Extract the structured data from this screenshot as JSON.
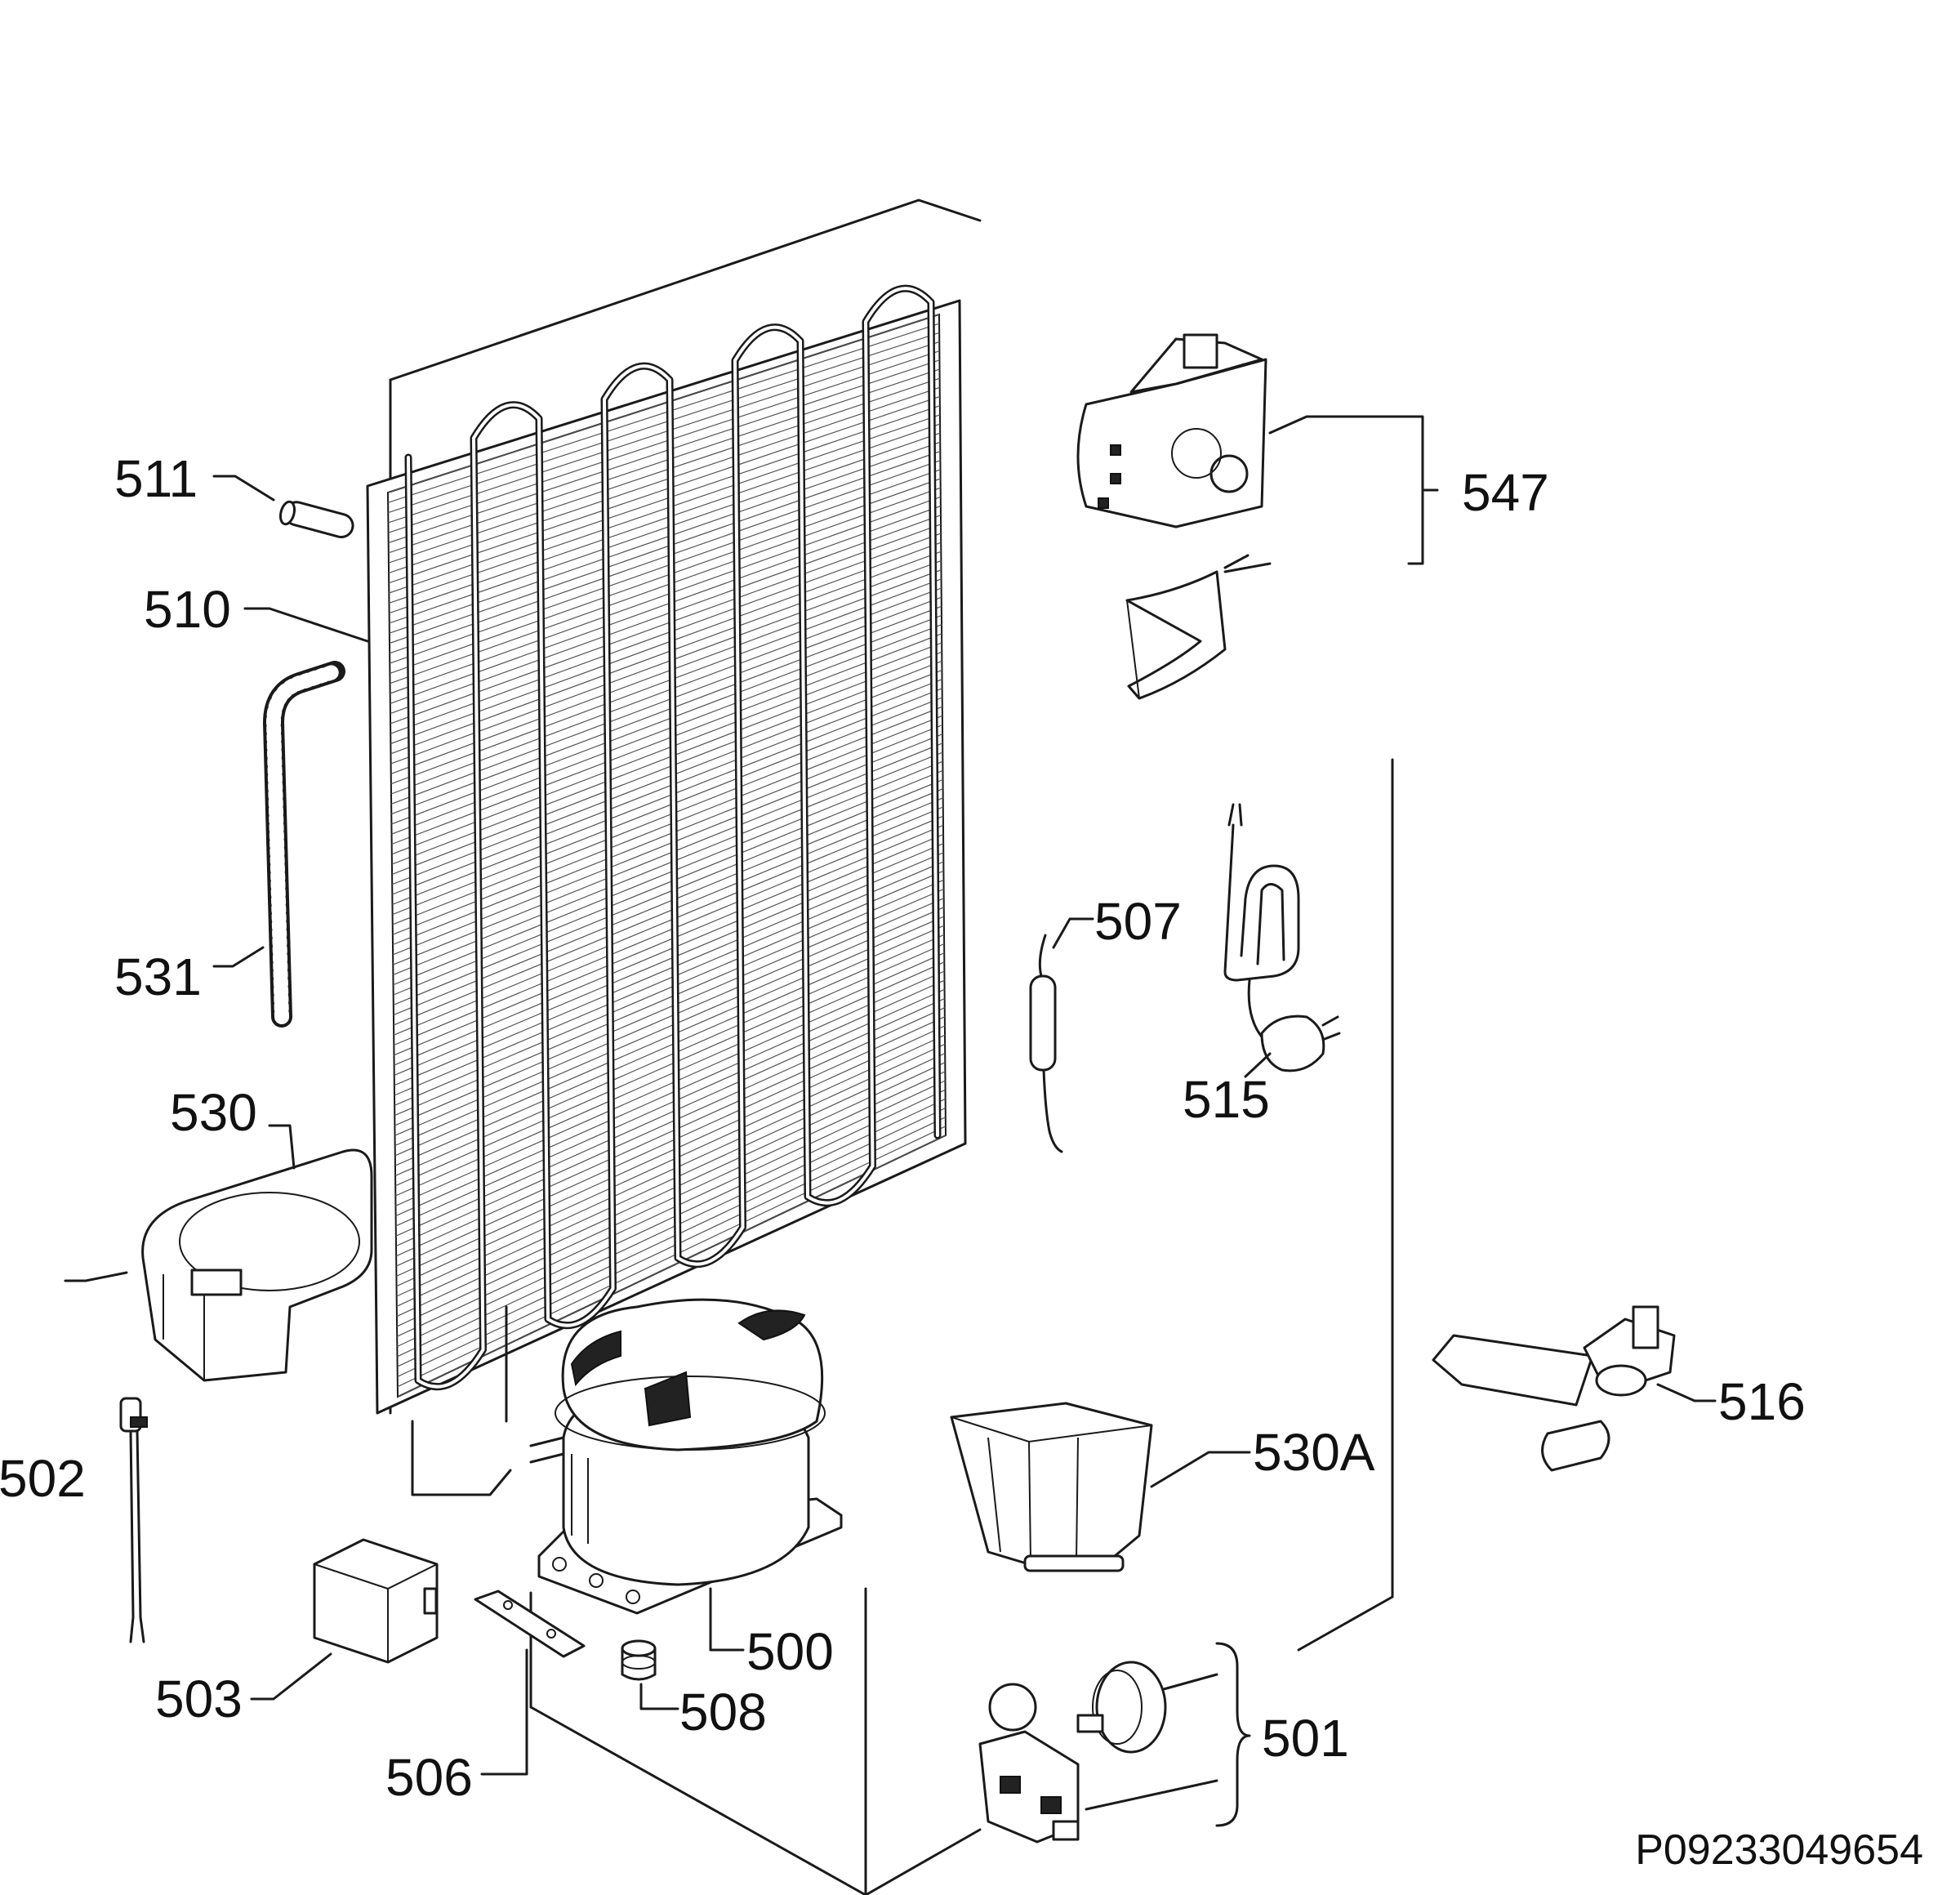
{
  "document_code": "P09233049654",
  "parts": [
    {
      "id": "511"
    },
    {
      "id": "510"
    },
    {
      "id": "531"
    },
    {
      "id": "530"
    },
    {
      "id": "502"
    },
    {
      "id": "503"
    },
    {
      "id": "506"
    },
    {
      "id": "508"
    },
    {
      "id": "500"
    },
    {
      "id": "530A"
    },
    {
      "id": "507"
    },
    {
      "id": "515"
    },
    {
      "id": "547"
    },
    {
      "id": "516"
    },
    {
      "id": "501"
    }
  ]
}
